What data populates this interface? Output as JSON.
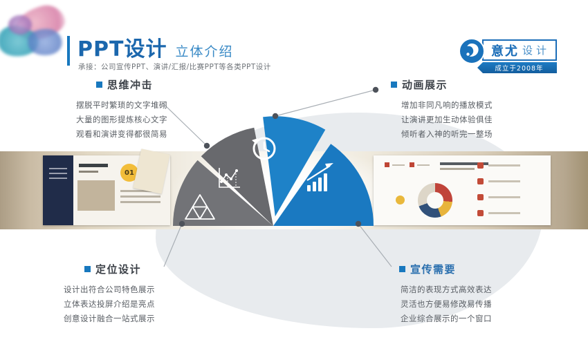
{
  "header": {
    "title": "PPT设计",
    "subtitle": "立体介绍",
    "tagline": "承接：公司宣传PPT、演讲/汇报/比赛PPT等各类PPT设计"
  },
  "logo": {
    "name_primary": "意尤",
    "name_secondary": "设计",
    "ribbon": "成立于2008年"
  },
  "callouts": {
    "top_left": {
      "title": "思维冲击",
      "lines": [
        "摆脱平时繁琐的文字堆砌",
        "大量的图形提炼核心文字",
        "观看和演讲变得都很简易"
      ]
    },
    "top_right": {
      "title": "动画展示",
      "lines": [
        "增加非同凡响的播放模式",
        "让演讲更加生动体验俱佳",
        "倾听者入神的听完一整场"
      ]
    },
    "bottom_left": {
      "title": "定位设计",
      "lines": [
        "设计出符合公司特色展示",
        "立体表达投屏介绍是亮点",
        "创意设计融合一站式展示"
      ]
    },
    "bottom_right": {
      "title": "宣传需要",
      "lines": [
        "简洁的表现方式高效表达",
        "灵活也方便易修改易传播",
        "企业综合展示的一个窗口"
      ]
    }
  },
  "fan": {
    "segments": [
      {
        "icon": "pyramid-icon",
        "color": "#727377"
      },
      {
        "icon": "line-chart-icon",
        "color": "#68696d"
      },
      {
        "icon": "history-clock-icon",
        "color": "#1e82c8"
      },
      {
        "icon": "bar-growth-arrow-icon",
        "color": "#1a79c1"
      }
    ]
  },
  "strip": {
    "slide_badge": "01"
  },
  "colors": {
    "accent_blue": "#1878be",
    "title_blue": "#1b67ad",
    "subtitle_blue": "#3a8ac6",
    "title_text": "#3d4249",
    "body_text": "#585d63",
    "leader_line": "#a8aeb4",
    "leader_dot": "#4d525a",
    "gray_segment": "#6e6f73",
    "blue_segment": "#1d7fc4"
  }
}
